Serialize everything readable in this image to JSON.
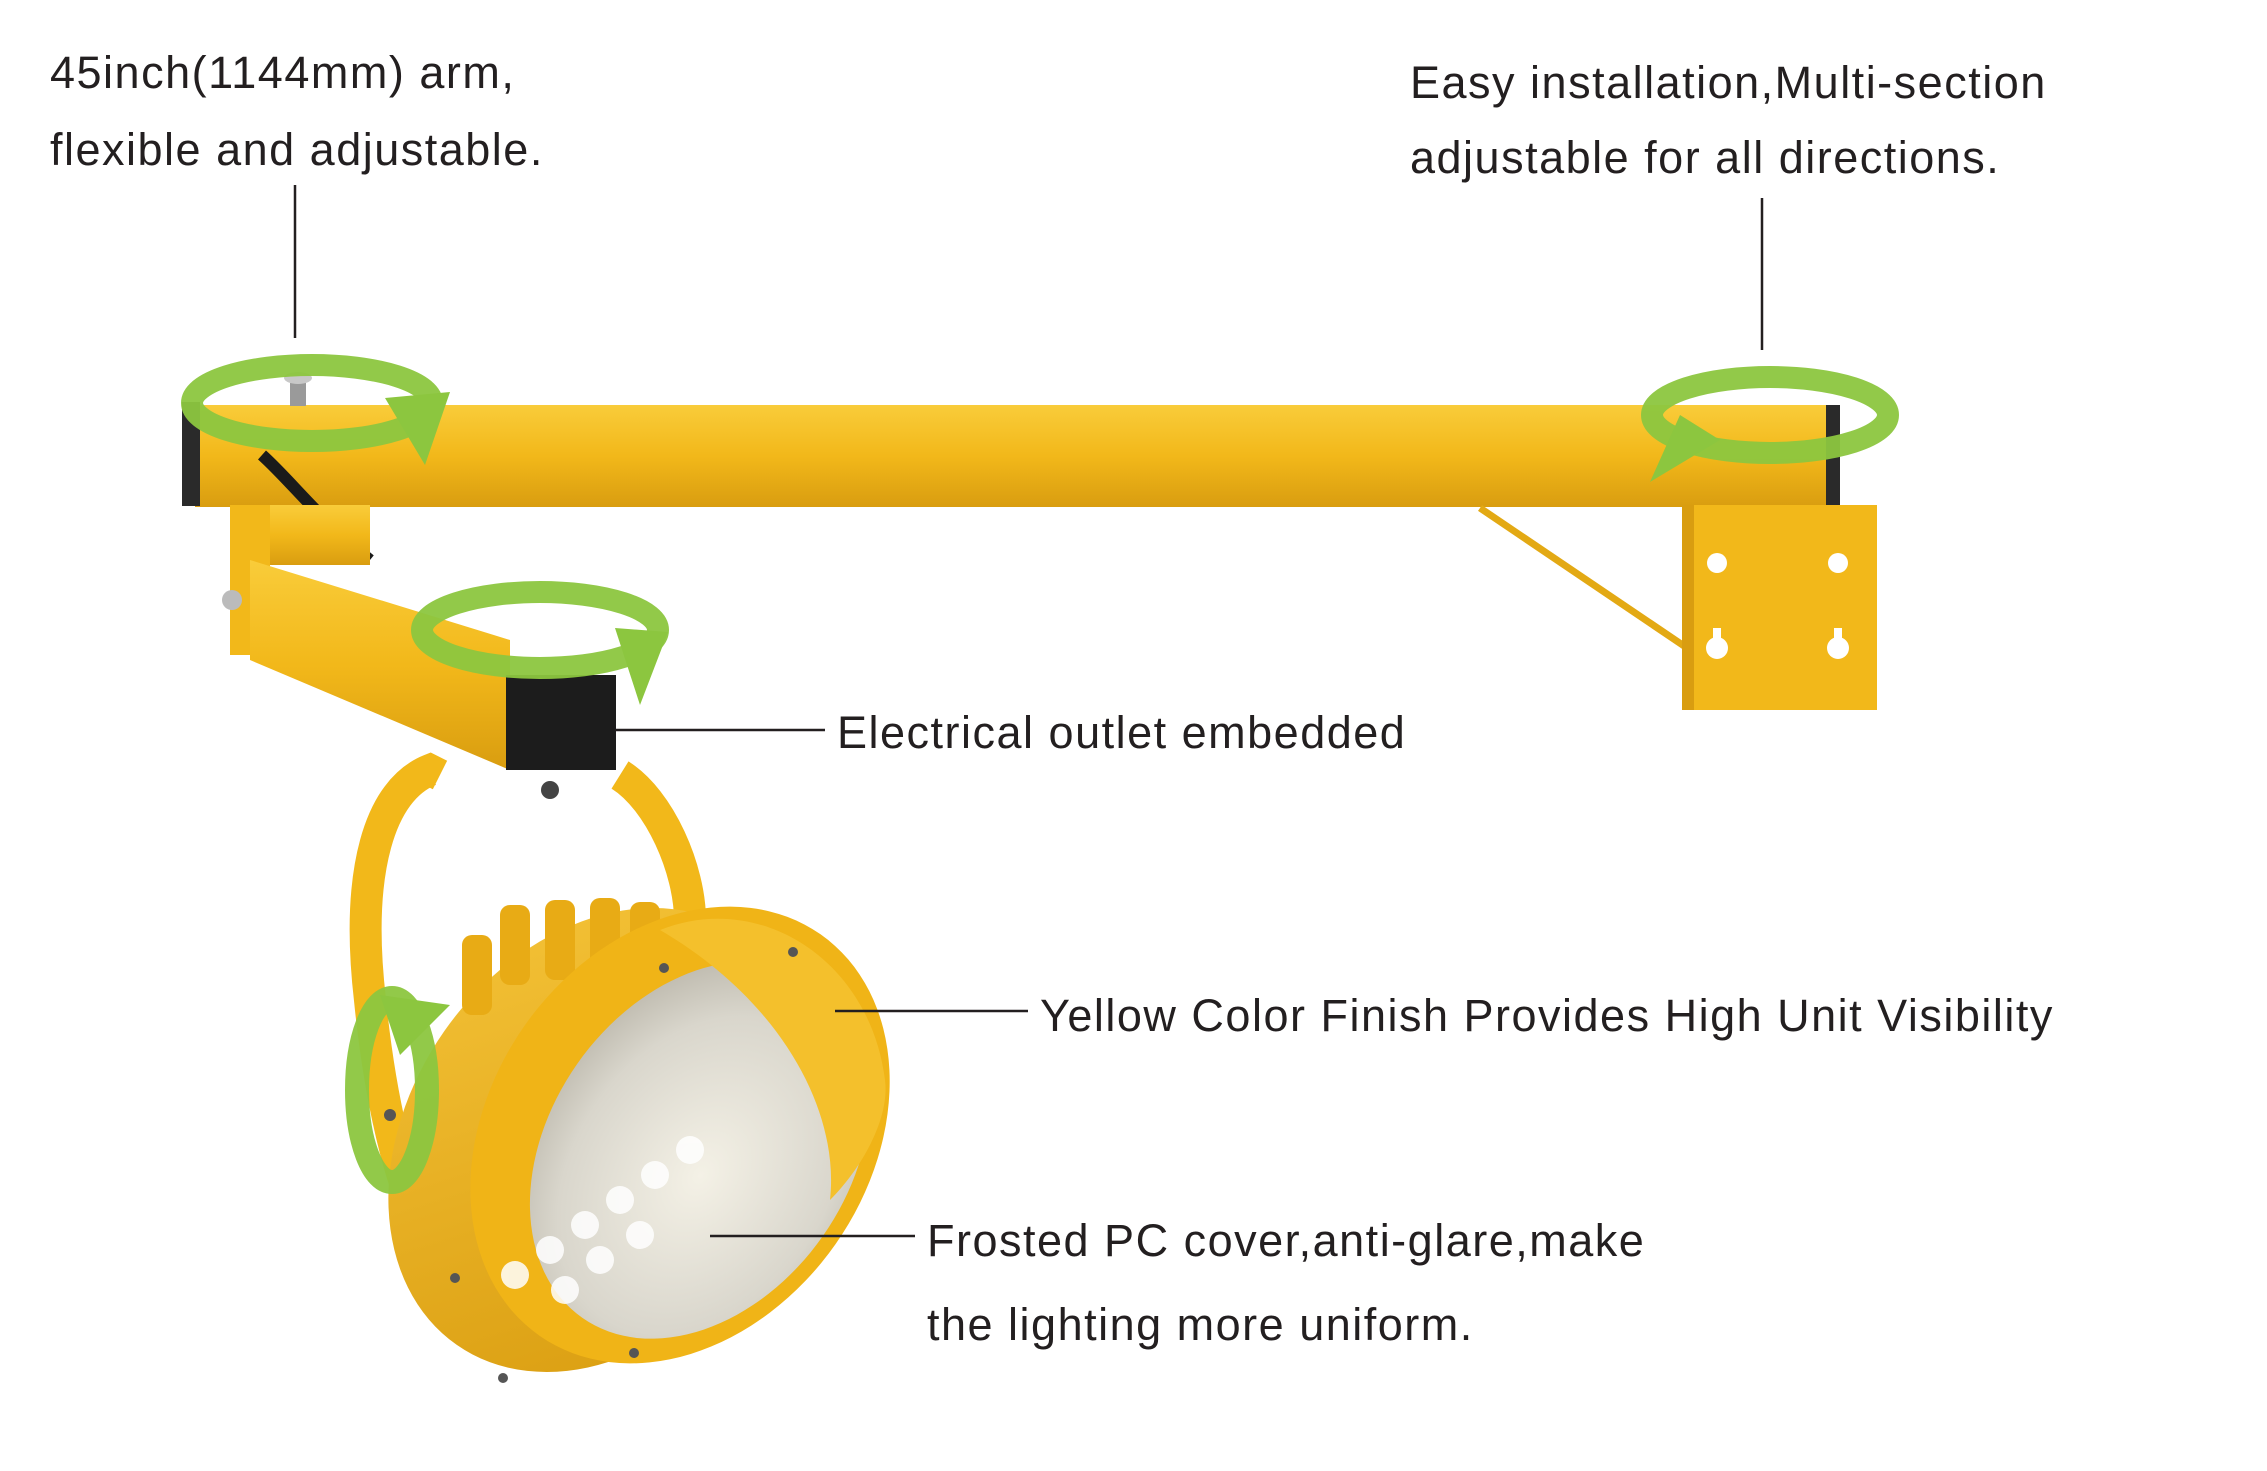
{
  "callouts": {
    "arm": {
      "line1": "45inch(1144mm) arm,",
      "line2": "flexible and adjustable."
    },
    "installation": {
      "line1": "Easy installation,Multi-section",
      "line2": "adjustable for all directions."
    },
    "outlet": {
      "line1": "Electrical outlet embedded"
    },
    "finish": {
      "line1": "Yellow Color Finish Provides High Unit Visibility"
    },
    "cover": {
      "line1": "Frosted PC cover,anti-glare,make",
      "line2": "the lighting more uniform."
    }
  },
  "colors": {
    "body_yellow": "#f2b81a",
    "body_shadow": "#d69a0f",
    "rotation_arrow_green": "#8cc63f",
    "text": "#231f20",
    "leader_line": "#231f20"
  },
  "icons": [
    "rotation-arrow-icon"
  ]
}
